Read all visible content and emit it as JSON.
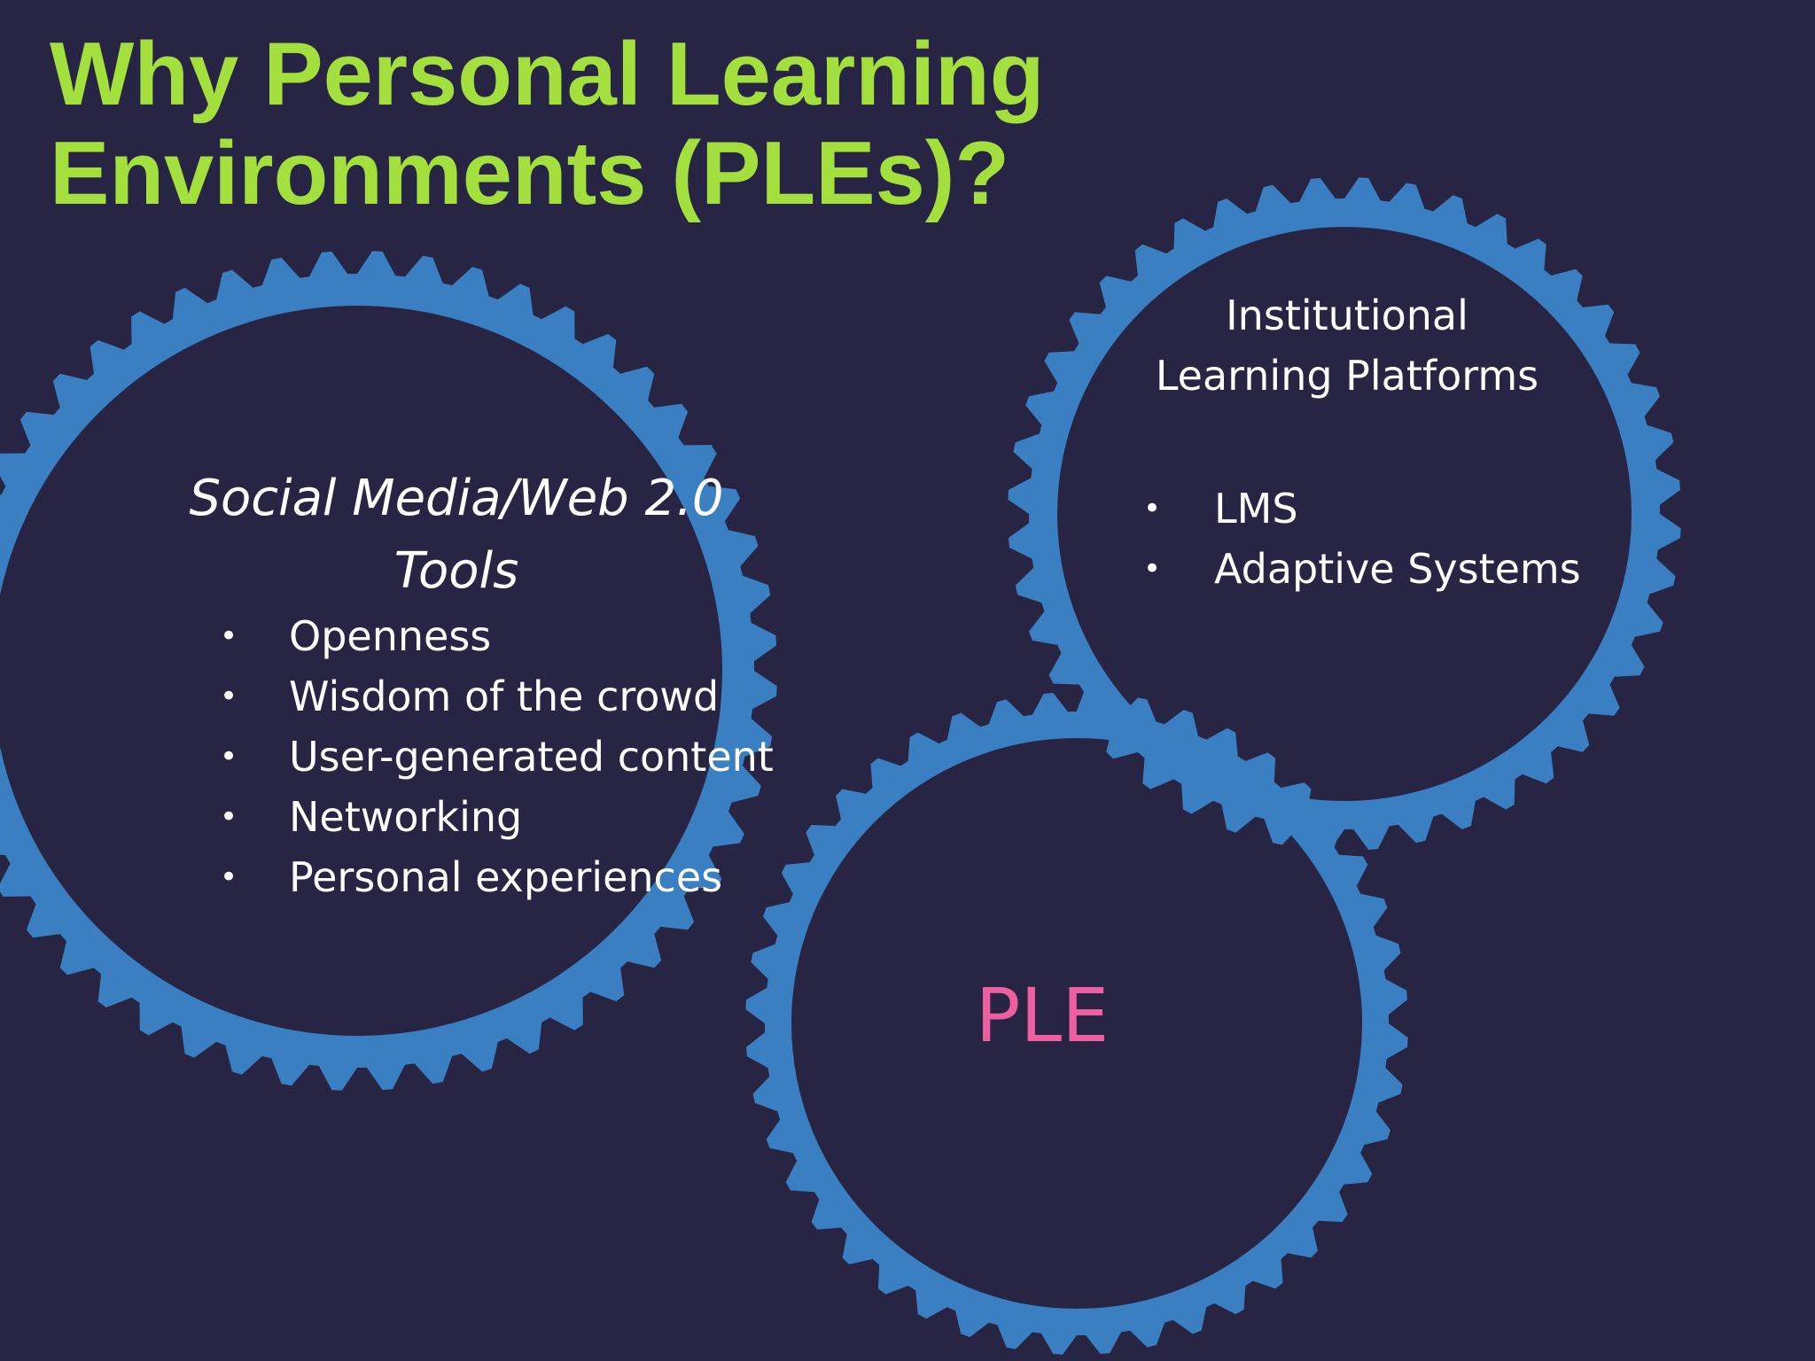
{
  "slide": {
    "title_line1": "Why Personal Learning",
    "title_line2": "Environments (PLEs)?",
    "colors": {
      "background": "#272543",
      "title": "#a4e03d",
      "gear": "#3a7fc2",
      "text": "#ffffff",
      "ple": "#ec5fa0"
    }
  },
  "social_gear": {
    "heading_line1": "Social Media/Web 2.0",
    "heading_line2": "Tools",
    "bullet_icon": "bullet-dot",
    "items": [
      "Openness",
      "Wisdom of the crowd",
      "User-generated content",
      "Networking",
      "Personal experiences"
    ]
  },
  "institutional_gear": {
    "heading_line1": "Institutional",
    "heading_line2": "Learning Platforms",
    "bullet_icon": "bullet-dot",
    "items": [
      "LMS",
      "Adaptive Systems"
    ]
  },
  "ple_gear": {
    "label": "PLE"
  }
}
